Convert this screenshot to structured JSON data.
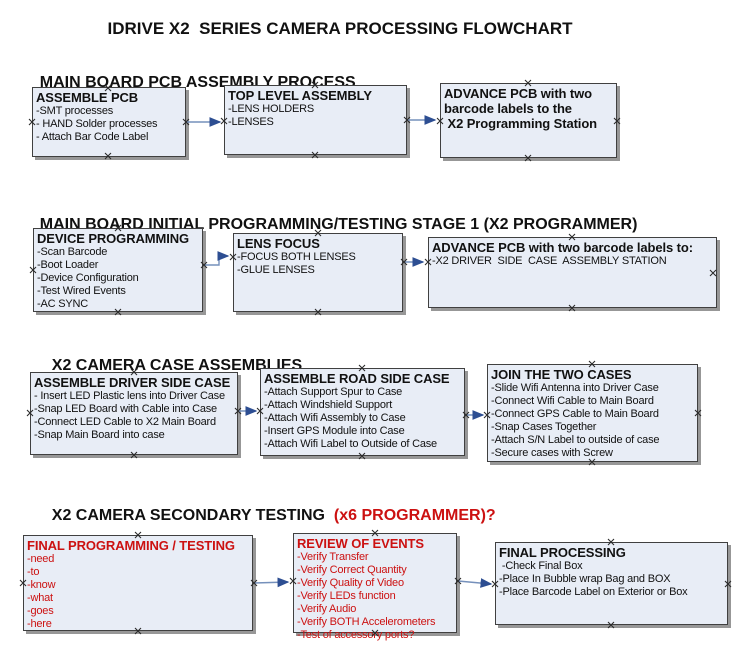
{
  "title": "IDRIVE X2  SERIES CAMERA PROCESSING FLOWCHART",
  "colors": {
    "box_fill": "#e8edf6",
    "box_border": "#404040",
    "box_shadow": "#979797",
    "text_black": "#111111",
    "text_red": "#cc1111",
    "arrow_line": "#7590bb",
    "arrow_head": "#2d4e92",
    "anchor": "#2b2b2b"
  },
  "sections": [
    {
      "header": "MAIN BOARD PCB ASSEMBLY PROCESS",
      "boxes": [
        {
          "name": "assemble-pcb",
          "title": "ASSEMBLE PCB",
          "items": [
            "-SMT processes",
            "- HAND Solder processes",
            "- Attach Bar Code Label"
          ]
        },
        {
          "name": "top-level-assembly",
          "title": "TOP LEVEL ASSEMBLY",
          "items": [
            "-LENS HOLDERS",
            "-LENSES"
          ]
        },
        {
          "name": "advance-pcb-to-programming-station",
          "title": "ADVANCE PCB with two barcode labels to the",
          "items": [
            " X2 Programming Station"
          ],
          "emphasis": "bold"
        }
      ]
    },
    {
      "header": "MAIN BOARD INITIAL PROGRAMMING/TESTING STAGE 1 (X2 PROGRAMMER)",
      "boxes": [
        {
          "name": "device-programming",
          "title": "DEVICE PROGRAMMING",
          "items": [
            "-Scan Barcode",
            "-Boot Loader",
            "-Device Configuration",
            "-Test Wired Events",
            "-AC SYNC"
          ]
        },
        {
          "name": "lens-focus",
          "title": "LENS FOCUS",
          "items": [
            "-FOCUS BOTH LENSES",
            "-GLUE LENSES"
          ]
        },
        {
          "name": "advance-pcb-to-case-assembly",
          "title": "ADVANCE PCB with two barcode labels to:",
          "items": [
            "-X2 DRIVER  SIDE  CASE  ASSEMBLY STATION"
          ]
        }
      ]
    },
    {
      "header": "X2 CAMERA CASE ASSEMBLIES",
      "boxes": [
        {
          "name": "assemble-driver-side-case",
          "title": "ASSEMBLE DRIVER SIDE CASE",
          "items": [
            "- Insert LED Plastic lens into Driver Case",
            "-Snap LED Board with Cable into Case",
            "-Connect LED Cable to X2 Main Board",
            "-Snap Main Board into case"
          ]
        },
        {
          "name": "assemble-road-side-case",
          "title": "ASSEMBLE ROAD SIDE CASE",
          "items": [
            "-Attach Support Spur to Case",
            "-Attach Windshield Support",
            "-Attach Wifi Assembly to Case",
            "-Insert GPS Module into Case",
            "-Attach Wifi Label to Outside of Case"
          ]
        },
        {
          "name": "join-the-two-cases",
          "title": "JOIN THE TWO CASES",
          "items": [
            "-Slide Wifi Antenna into Driver Case",
            "-Connect Wifi Cable to Main Board",
            "-Connect GPS Cable to Main Board",
            "-Snap Cases Together",
            "-Attach S/N Label to outside of case",
            "-Secure cases with Screw"
          ]
        }
      ]
    },
    {
      "header": "X2 CAMERA SECONDARY TESTING ",
      "header_red": " (x6 PROGRAMMER)?",
      "boxes": [
        {
          "name": "final-programming-testing",
          "title": "FINAL PROGRAMMING / TESTING",
          "items": [
            "-need",
            "-to",
            "-know",
            "-what",
            "-goes",
            "-here"
          ],
          "color": "red"
        },
        {
          "name": "review-of-events",
          "title": "REVIEW OF EVENTS",
          "items": [
            "-Verify Transfer",
            "-Verify Correct Quantity",
            "-Verify Quality of Video",
            "-Verify LEDs function",
            "-Verify Audio",
            "-Verify BOTH Accelerometers",
            "-Test of accessory ports?"
          ],
          "color": "red"
        },
        {
          "name": "final-processing",
          "title": "FINAL PROCESSING",
          "items": [
            " -Check Final Box",
            "-Place In Bubble wrap Bag and BOX",
            "-Place Barcode Label on Exterior or Box"
          ]
        }
      ]
    }
  ]
}
